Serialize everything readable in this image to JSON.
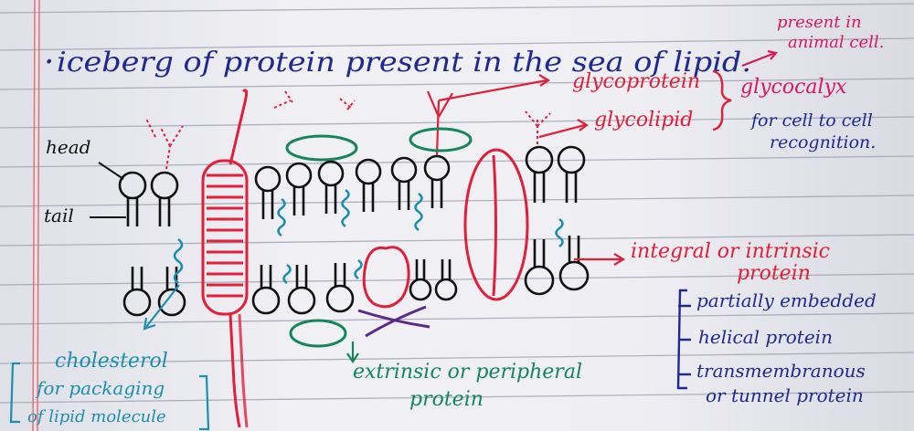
{
  "heading": {
    "bullet": "·",
    "text": "iceberg of protein present in the sea of lipid.",
    "side_note": "present in animal cell."
  },
  "labels": {
    "head": "head",
    "tail": "tail",
    "glycoprotein": "glycoprotein",
    "glycolipid": "glycolipid",
    "glycocalyx": "glycocalyx",
    "glycocalyx_note_1": "for cell to cell",
    "glycocalyx_note_2": "recognition.",
    "integral_1": "integral or intrinsic",
    "integral_2": "protein",
    "integral_points": [
      "partially embedded",
      "helical protein",
      "transmembranous",
      "or tunnel protein"
    ],
    "extrinsic_1": "extrinsic or peripheral",
    "extrinsic_2": "protein",
    "cholesterol_1": "cholesterol",
    "cholesterol_2": "for packaging",
    "cholesterol_3": "of lipid molecule"
  },
  "colors": {
    "ink_blue": "#1f2a8c",
    "ink_black": "#111111",
    "ink_red": "#e0203a",
    "ink_pink": "#d81a5c",
    "ink_green": "#14865a",
    "ink_teal": "#1a8fb0",
    "ink_purple": "#5a2a8a",
    "margin_line": "#e86a6a",
    "ruled_line": "#9a9cae"
  }
}
